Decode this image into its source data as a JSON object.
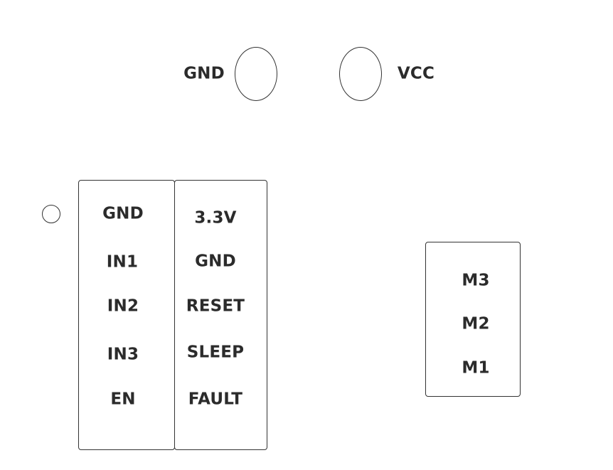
{
  "power_terminals": {
    "gnd_label": "GND",
    "vcc_label": "VCC"
  },
  "driver_header": {
    "left_column": [
      "GND",
      "IN1",
      "IN2",
      "IN3",
      "EN"
    ],
    "right_column": [
      "3.3V",
      "GND",
      "RESET",
      "SLEEP",
      "FAULT"
    ]
  },
  "motor_connector": {
    "pins": [
      "M3",
      "M2",
      "M1"
    ]
  }
}
